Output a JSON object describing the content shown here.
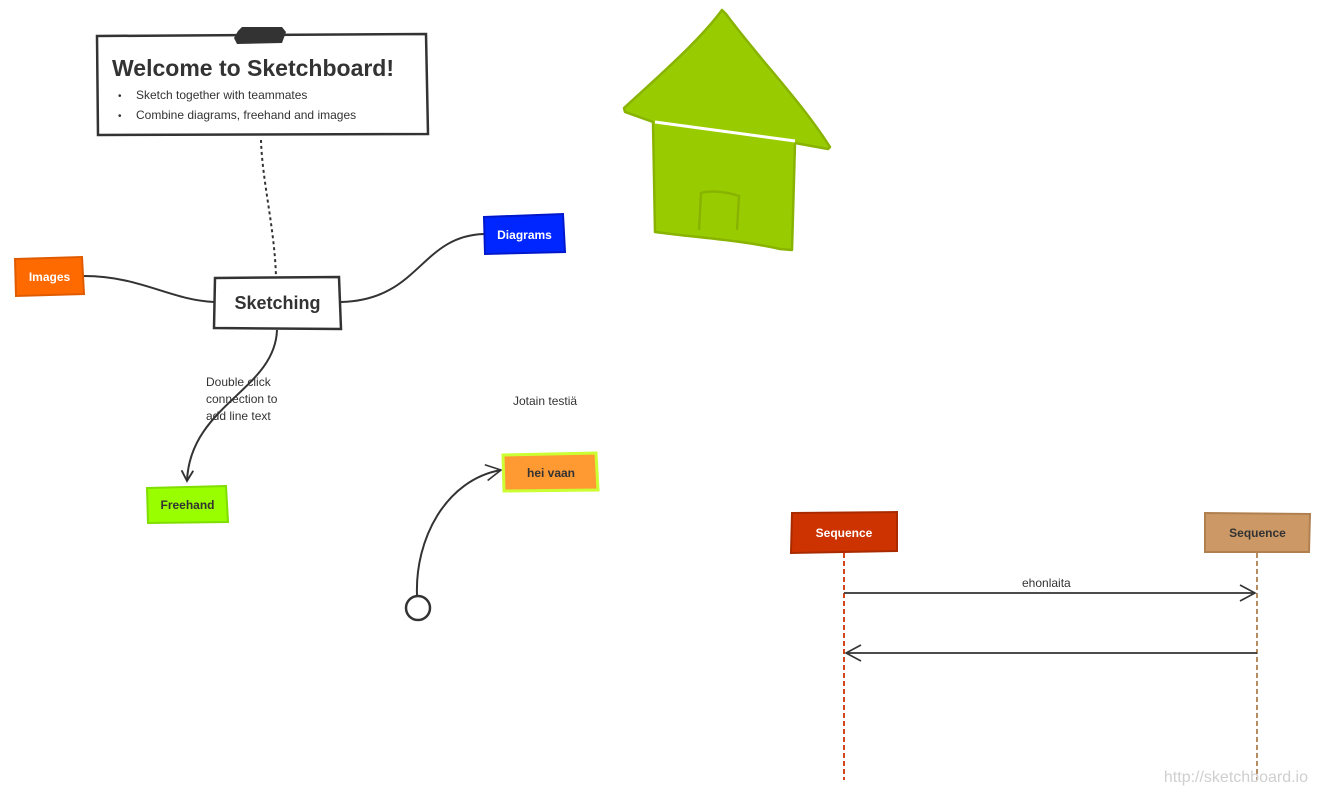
{
  "welcome": {
    "title": "Welcome to Sketchboard!",
    "bullets": [
      "Sketch together with teammates",
      "Combine diagrams, freehand and images"
    ]
  },
  "mindmap": {
    "center": "Sketching",
    "images": "Images",
    "diagrams": "Diagrams",
    "freehand": "Freehand",
    "connection_hint": [
      "Double click",
      "connection to",
      "add line text"
    ]
  },
  "notes": {
    "test_text": "Jotain testiä",
    "hei_vaan": "hei vaan"
  },
  "sequence": {
    "left_label": "Sequence",
    "right_label": "Sequence",
    "message_label": "ehonlaita"
  },
  "watermark": "http://sketchboard.io",
  "colors": {
    "images_node": "#ff6a00",
    "diagrams_node": "#0026ff",
    "freehand_node": "#99ff00",
    "hei_vaan_fill": "#ff9a33",
    "hei_vaan_border": "#ccff33",
    "house_fill": "#99cc00",
    "sequence_left": "#cc3300",
    "sequence_right": "#cc9966"
  }
}
